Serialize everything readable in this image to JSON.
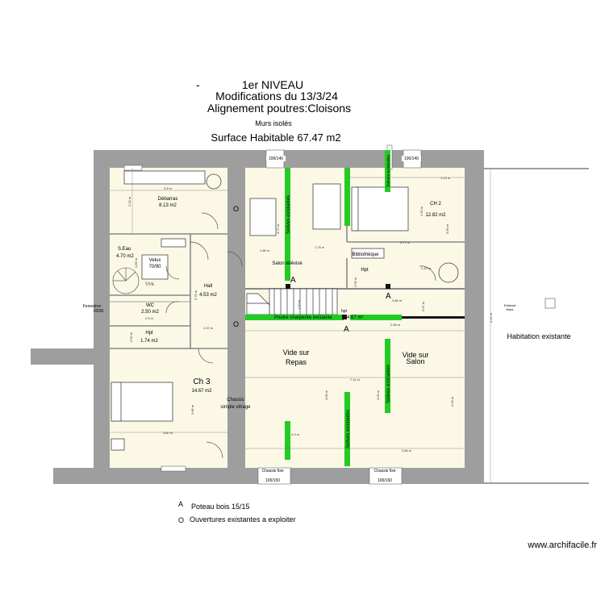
{
  "header": {
    "dash": "-",
    "level": "1er NIVEAU",
    "modifications": "Modifications du 13/3/24",
    "alignment": "Alignement poutres:Cloisons",
    "insulation": "Murs isolés",
    "surface": "Surface Habitable 67.47 m2"
  },
  "rooms": {
    "debarras_name": "Débarras",
    "debarras_area": "8.13 m2",
    "sdeau_name": "S.Eau",
    "sdeau_area": "4.70 m2",
    "velux": "Velux",
    "velux_size": "70/90",
    "wc_name": "WC",
    "wc_area": "2.50 m2",
    "hall_name": "Hall",
    "hall_area": "4.53 m2",
    "hpt_name": "Hpt",
    "hpt_area": "1.74 m2",
    "ch3_name": "Ch 3",
    "ch3_area": "14.67 m2",
    "ch2_name": "CH 2",
    "ch2_area": "12.82 m2",
    "salon_label": "Salon télévisé",
    "biblio": "Bibliothèque",
    "hpt2": "Hpt",
    "hpt3": "hpt",
    "landing_area": "4.67 m²",
    "vide_repas_1": "Vide sur",
    "vide_repas_2": "Repas",
    "vide_salon_1": "Vide sur",
    "vide_salon_2": "Salon",
    "chassis_1": "Chassis",
    "chassis_2": "simple vitrage",
    "fenestron": "Fenestron",
    "fenestron_size": "20/30",
    "habitation": "Habitation existante",
    "existing_small": "Existant",
    "existing_small2": "Murs"
  },
  "beams": {
    "poutre": "Poutre charpente existante",
    "solive_v1": "Solives existantes",
    "solive_top": "Solives existantes",
    "solive_v2": "Solives existantes",
    "solive_v3": "Solives existantes"
  },
  "openings": {
    "top_left": "100/140",
    "top_right": "100/140",
    "bottom_left_label": "Chassis fixe",
    "bottom_left_size": "100/150",
    "bottom_right_label": "Chassis fixe",
    "bottom_right_size": "100/160"
  },
  "dimensions": {
    "d_380": "3.8 m",
    "d_253": "2.53 m",
    "d_375": "3.75 m",
    "d_186": "1.86 m",
    "d_185": "1.85 m",
    "d_25a": "2.5 m",
    "d_25b": "2.5 m",
    "d_25c": "2.5 m",
    "d_150": "1.50 m",
    "d_377": "3.77 m",
    "d_122": "1.22 m",
    "d_060": "0.60 m",
    "d_386": "3.86 m",
    "d_175": "1.75 m",
    "d_377b": "3.77 m",
    "d_114": "1.14 m",
    "d_250": "2.50 m",
    "d_369": "3.69 m",
    "d_243": "2.43 m",
    "d_256": "2.56 m",
    "d_380b": "3.80 m",
    "d_265": "2.65 m",
    "d_097": "0.97 m",
    "d_714": "7.14 m",
    "d_409": "4.09 m",
    "d_409b": "4.09 m",
    "d_409c": "4.09 m",
    "d_336": "3.36 m",
    "d_33": "3.3 m",
    "d_366": "3.66 m",
    "d_413": "4.13 m",
    "d_386b": "3.86 m"
  },
  "legend": {
    "a_symbol": "A",
    "a_text": "Poteau bois 15/15",
    "o_symbol": "O",
    "o_text": "Ouvertures existantes a exploiter"
  },
  "markers": {
    "a": "A",
    "o": "O"
  },
  "watermark": "www.archifacile.fr",
  "colors": {
    "wall": "#9e9e9e",
    "floor": "#fbf8e6",
    "beam": "#22cc22",
    "post": "#111111"
  }
}
